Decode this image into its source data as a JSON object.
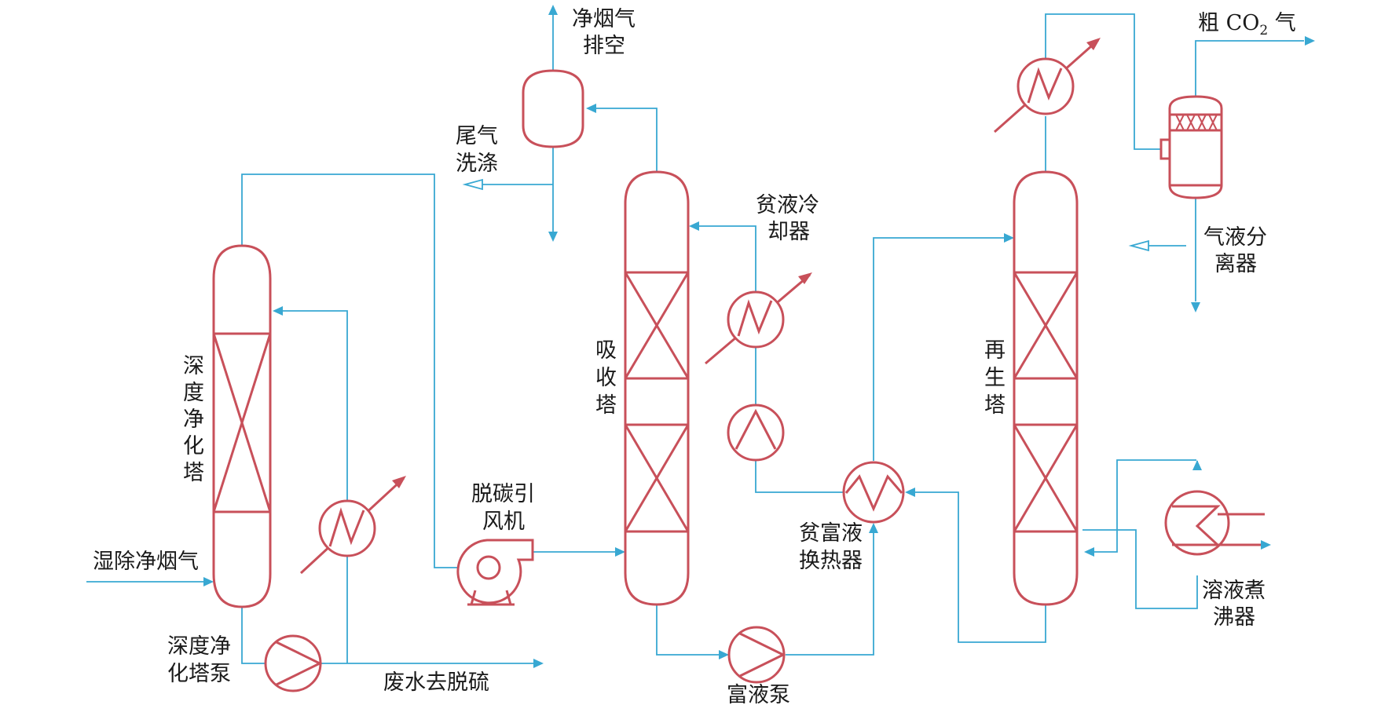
{
  "colors": {
    "equipment": "#c8505a",
    "piping": "#38a8d2",
    "text": "#1a1a1a"
  },
  "labels": {
    "wet_flue_gas": "湿除净烟气",
    "deep_tower_l1": "深",
    "deep_tower_l2": "度",
    "deep_tower_l3": "净",
    "deep_tower_l4": "化",
    "deep_tower_l5": "塔",
    "deep_pump_l1": "深度净",
    "deep_pump_l2": "化塔泵",
    "waste_water": "废水去脱硫",
    "fan_l1": "脱碳引",
    "fan_l2": "风机",
    "clean_gas_l1": "净烟气",
    "clean_gas_l2": "排空",
    "tail_wash_l1": "尾气",
    "tail_wash_l2": "洗涤",
    "absorber_l1": "吸",
    "absorber_l2": "收",
    "absorber_l3": "塔",
    "lean_cooler_l1": "贫液冷",
    "lean_cooler_l2": "却器",
    "rich_pump": "富液泵",
    "hx_l1": "贫富液",
    "hx_l2": "换热器",
    "regen_l1": "再",
    "regen_l2": "生",
    "regen_l3": "塔",
    "crude_co2_a": "粗 CO",
    "crude_co2_sub": "2",
    "crude_co2_b": " 气",
    "separator_l1": "气液分",
    "separator_l2": "离器",
    "reboiler_l1": "溶液煮",
    "reboiler_l2": "沸器"
  }
}
